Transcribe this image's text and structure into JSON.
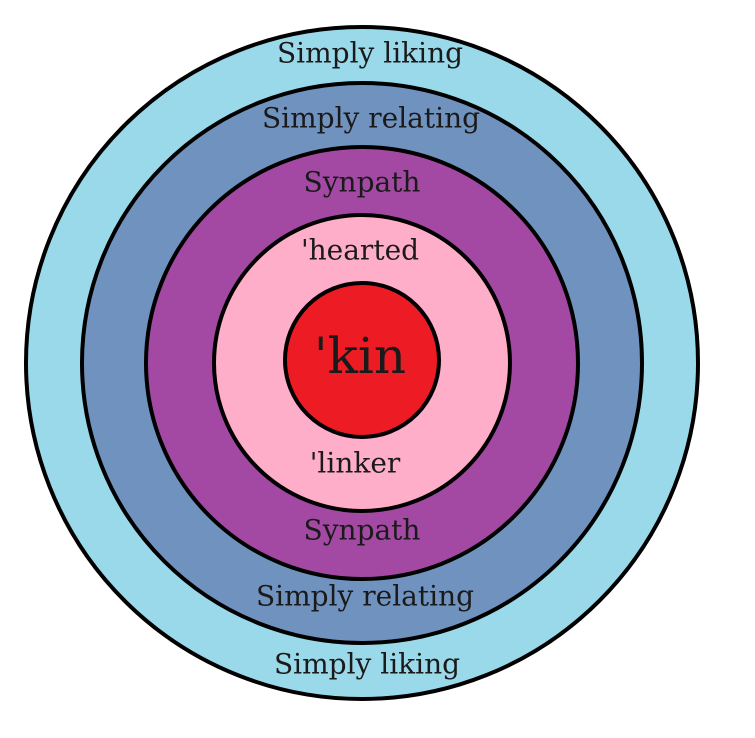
{
  "rings": [
    {
      "key": "liking",
      "color": "#9ad9ea",
      "top_label": "Simply liking",
      "bottom_label": "Simply liking"
    },
    {
      "key": "relating",
      "color": "#7092be",
      "top_label": "Simply relating",
      "bottom_label": "Simply relating"
    },
    {
      "key": "synpath",
      "color": "#a349a4",
      "top_label": "Synpath",
      "bottom_label": "Synpath"
    },
    {
      "key": "hearted-linker",
      "color": "#ffaec9",
      "top_label": "'hearted",
      "bottom_label": "'linker"
    }
  ],
  "center": {
    "color": "#ed1c24",
    "label": "'kin"
  }
}
